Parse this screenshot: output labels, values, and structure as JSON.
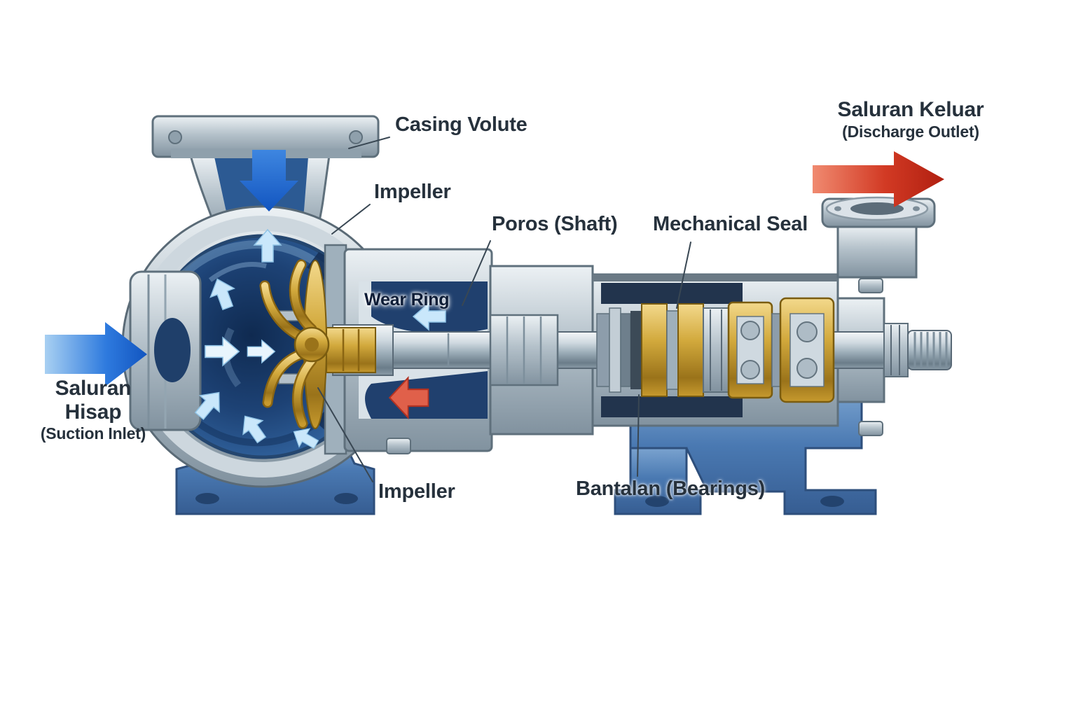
{
  "diagram": {
    "type": "centrifugal-pump-cutaway",
    "labels": {
      "casing_volute": "Casing Volute",
      "impeller_top": "Impeller",
      "shaft": "Poros (Shaft)",
      "mechanical_seal": "Mechanical Seal",
      "wear_ring": "Wear Ring",
      "impeller_bottom": "Impeller",
      "bearings": "Bantalan (Bearings)",
      "discharge_line1": "Saluran Keluar",
      "discharge_line2": "(Discharge Outlet)",
      "suction_line1": "Saluran",
      "suction_line2": "Hisap",
      "suction_line3": "(Suction Inlet)"
    },
    "colors": {
      "label_text": "#26313c",
      "casing_metal": "#b4c1ca",
      "frame_blue": "#4a79b2",
      "water_blue": "#1d4275",
      "impeller_brass": "#c79a2e",
      "inlet_arrow_blue": "#1a63cf",
      "outlet_arrow_red": "#c8281a",
      "internal_flow_light": "#c9e7fb",
      "internal_flow_warm": "#e0604a"
    }
  }
}
